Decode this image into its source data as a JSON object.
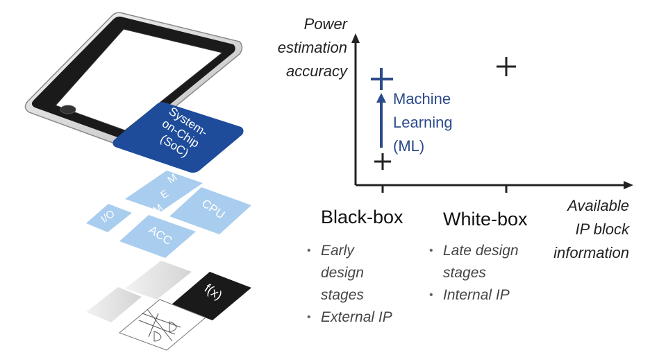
{
  "soc_label": [
    "System-",
    "on-Chip",
    "(SoC)"
  ],
  "blocks": {
    "mem": [
      "M",
      "E",
      "M"
    ],
    "io": "I/O",
    "cpu": "CPU",
    "acc": "ACC",
    "fx": "f(x)"
  },
  "y_axis_title": [
    "Power",
    "estimation",
    "accuracy"
  ],
  "x_axis_title": [
    "Available",
    "IP block",
    "information"
  ],
  "categories": [
    {
      "label": "Black-box",
      "bullets": [
        "Early",
        "design",
        "stages",
        "External IP"
      ]
    },
    {
      "label": "White-box",
      "bullets": [
        "Late design",
        "stages",
        "Internal IP"
      ]
    }
  ],
  "ml_label": [
    "Machine",
    "Learning",
    "(ML)"
  ],
  "colors": {
    "soc_blue": "#1e4c9a",
    "block_light": "#a9cdee",
    "ml_blue": "#2b4a8a",
    "axis": "#222222"
  }
}
